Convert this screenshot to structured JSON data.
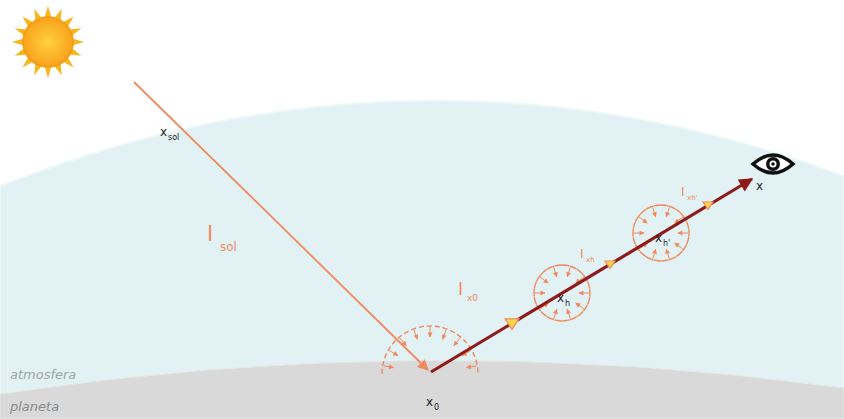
{
  "diagram": {
    "labels": [
      "x",
      "sol",
      "I",
      "sol",
      "I",
      "x0",
      "I",
      "xh",
      "I",
      "xh'",
      "x",
      "h",
      "x",
      "h'",
      "x",
      "0",
      "x",
      "atmosfera",
      "planeta"
    ]
  }
}
